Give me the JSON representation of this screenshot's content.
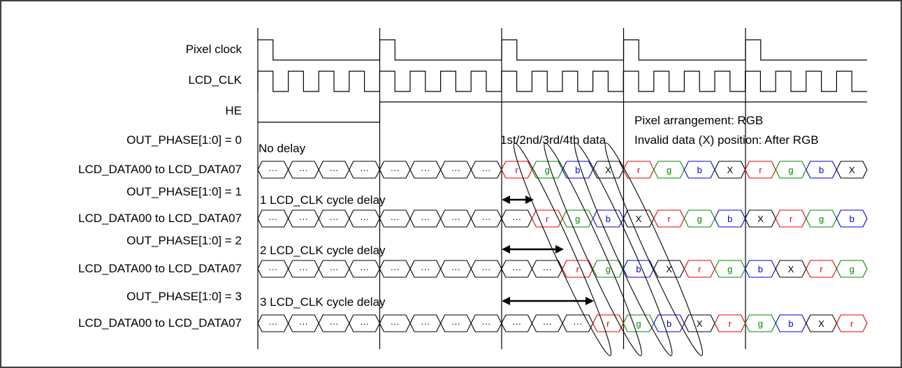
{
  "signals": {
    "pixel_clock": "Pixel clock",
    "lcd_clk": "LCD_CLK",
    "he": "HE",
    "phase0": "OUT_PHASE[1:0] = 0",
    "phase1": "OUT_PHASE[1:0] = 1",
    "phase2": "OUT_PHASE[1:0] = 2",
    "phase3": "OUT_PHASE[1:0] = 3",
    "data": "LCD_DATA00 to LCD_DATA07"
  },
  "notes": {
    "no_delay": "No delay",
    "delay1": "1 LCD_CLK cycle delay",
    "delay2": "2 LCD_CLK cycle delay",
    "delay3": "3 LCD_CLK cycle delay",
    "data_order": "1st/2nd/3rd/4th data",
    "arrangement": "Pixel arrangement: RGB",
    "invalid_pos": "Invalid data (X) position: After RGB"
  },
  "symbols": {
    "dots": "···",
    "r": "r",
    "g": "g",
    "b": "b",
    "x": "X"
  },
  "colors": {
    "r": "#e00000",
    "g": "#008a00",
    "b": "#0000d0",
    "x": "#000000",
    "line": "#000000"
  },
  "rows": [
    {
      "delay": 0,
      "pre_dots": 8,
      "sequence": [
        "r",
        "g",
        "b",
        "x",
        "r",
        "g",
        "b",
        "x",
        "r",
        "g",
        "b",
        "x"
      ]
    },
    {
      "delay": 1,
      "pre_dots": 9,
      "sequence": [
        "r",
        "g",
        "b",
        "x",
        "r",
        "g",
        "b",
        "x",
        "r",
        "g",
        "b"
      ]
    },
    {
      "delay": 2,
      "pre_dots": 10,
      "sequence": [
        "r",
        "g",
        "b",
        "x",
        "r",
        "g",
        "b",
        "x",
        "r",
        "g"
      ]
    },
    {
      "delay": 3,
      "pre_dots": 11,
      "sequence": [
        "r",
        "g",
        "b",
        "x",
        "r",
        "g",
        "b",
        "x",
        "r"
      ]
    }
  ]
}
